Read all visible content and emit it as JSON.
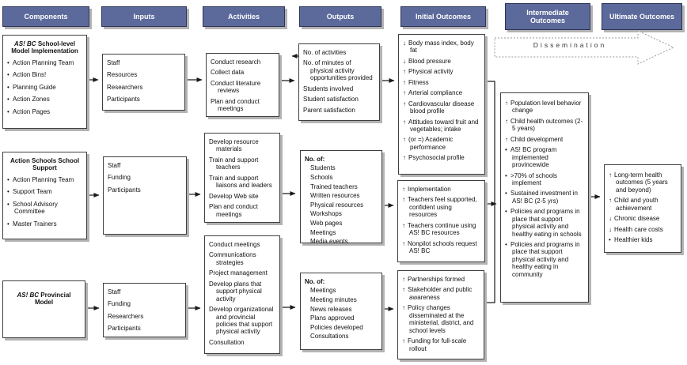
{
  "headers": [
    "Components",
    "Inputs",
    "Activities",
    "Outputs",
    "Initial Outcomes",
    "Intermediate Outcomes",
    "Ultimate Outcomes"
  ],
  "dissemination": {
    "label": "Dissemination"
  },
  "colors": {
    "header_bg": "#5b699b",
    "header_border": "#2e3354",
    "box_border": "#3f3f3f",
    "shadow": "#b3b3b3",
    "arrow": "#1a1a1a"
  },
  "boxes": {
    "c1": {
      "title_em": "AS! BC",
      "title_rest": " School-level Model Implementation",
      "items": [
        {
          "b": "•",
          "t": "Action Planning Team"
        },
        {
          "b": "•",
          "t": "Action Bins!"
        },
        {
          "b": "•",
          "t": "Planning Guide"
        },
        {
          "b": "•",
          "t": "Action Zones"
        },
        {
          "b": "•",
          "t": "Action Pages"
        }
      ]
    },
    "c2": {
      "title": "Action Schools School Support",
      "items": [
        {
          "b": "•",
          "t": "Action Planning Team"
        },
        {
          "b": "•",
          "t": "Support Team"
        },
        {
          "b": "•",
          "t": "School Advisory Committee"
        },
        {
          "b": "•",
          "t": "Master Trainers"
        }
      ]
    },
    "c3": {
      "title_em": "AS! BC",
      "title_rest": " Provincial Model"
    },
    "i1": {
      "items": [
        {
          "t": "Staff"
        },
        {
          "t": "Resources"
        },
        {
          "t": "Researchers"
        },
        {
          "t": "Participants"
        }
      ]
    },
    "i2": {
      "items": [
        {
          "t": "Staff"
        },
        {
          "t": "Funding"
        },
        {
          "t": "Participants"
        }
      ]
    },
    "i3": {
      "items": [
        {
          "t": "Staff"
        },
        {
          "t": "Funding"
        },
        {
          "t": "Researchers"
        },
        {
          "t": "Participants"
        }
      ]
    },
    "a1": {
      "items": [
        {
          "t": "Conduct research"
        },
        {
          "t": "Collect data"
        },
        {
          "t": "Conduct literature reviews"
        },
        {
          "t": "Plan and conduct meetings"
        }
      ]
    },
    "a2": {
      "items": [
        {
          "t": "Develop resource materials"
        },
        {
          "t": "Train and support teachers"
        },
        {
          "t": "Train and support liaisons and leaders"
        },
        {
          "t": "Develop Web site"
        },
        {
          "t": "Plan and conduct meetings"
        }
      ]
    },
    "a3": {
      "items": [
        {
          "t": "Conduct meetings"
        },
        {
          "t": "Communications strategies"
        },
        {
          "t": "Project management"
        },
        {
          "t": "Develop plans that support physical activity"
        },
        {
          "t": "Develop organizational and provincial policies that support physical activity"
        },
        {
          "t": "Consultation"
        }
      ]
    },
    "o1": {
      "items": [
        {
          "t": "No. of activities"
        },
        {
          "t": "No. of minutes of physical activity opportunities provided"
        },
        {
          "t": "Students involved"
        },
        {
          "t": "Student satisfaction"
        },
        {
          "t": "Parent satisfaction"
        }
      ]
    },
    "o2": {
      "title": "No. of:",
      "items": [
        {
          "t": "Students"
        },
        {
          "t": "Schools"
        },
        {
          "t": "Trained teachers"
        },
        {
          "t": "Written resources"
        },
        {
          "t": "Physical resources"
        },
        {
          "t": "Workshops"
        },
        {
          "t": "Web pages"
        },
        {
          "t": "Meetings"
        },
        {
          "t": "Media events"
        }
      ]
    },
    "o3": {
      "title": "No. of:",
      "items": [
        {
          "t": "Meetings"
        },
        {
          "t": "Meeting minutes"
        },
        {
          "t": "News releases"
        },
        {
          "t": "Plans approved"
        },
        {
          "t": "Policies developed"
        },
        {
          "t": "Consultations"
        }
      ]
    },
    "io1": {
      "items": [
        {
          "b": "↓",
          "t": "Body mass index, body fat"
        },
        {
          "b": "↓",
          "t": "Blood pressure"
        },
        {
          "b": "↑",
          "t": "Physical activity"
        },
        {
          "b": "↑",
          "t": "Fitness"
        },
        {
          "b": "↑",
          "t": "Arterial compliance"
        },
        {
          "b": "↑",
          "t": "Cardiovascular disease blood profile"
        },
        {
          "b": "↑",
          "t": "Attitudes toward fruit and vegetables; intake"
        },
        {
          "b": "↑",
          "t": "(or =) Academic performance"
        },
        {
          "b": "↑",
          "t": "Psychosocial profile"
        }
      ]
    },
    "io2": {
      "items": [
        {
          "b": "↑",
          "t": "Implementation"
        },
        {
          "b": "↑",
          "t": "Teachers feel supported, confident using resources"
        },
        {
          "b": "↑",
          "t": "Teachers continue using AS! BC resources"
        },
        {
          "b": "↑",
          "t": "Nonpilot schools request AS! BC"
        }
      ]
    },
    "io3": {
      "items": [
        {
          "b": "↑",
          "t": "Partnerships formed"
        },
        {
          "b": "↑",
          "t": "Stakeholder and public awareness"
        },
        {
          "b": "↑",
          "t": "Policy changes disseminated at the ministerial, district, and school levels"
        },
        {
          "b": "↑",
          "t": "Funding for full-scale rollout"
        }
      ]
    },
    "int": {
      "items": [
        {
          "b": "↑",
          "t": "Population level behavior change"
        },
        {
          "b": "↑",
          "t": "Child health outcomes (2-5 years)"
        },
        {
          "b": "↑",
          "t": "Child development"
        },
        {
          "b": "•",
          "t": "AS! BC program implemented provincewide"
        },
        {
          "b": "•",
          "t": ">70% of schools implement"
        },
        {
          "b": "•",
          "t": "Sustained investment in AS! BC (2-5 yrs)"
        },
        {
          "b": "•",
          "t": "Policies and programs in place that support physical activity and healthy eating in schools"
        },
        {
          "b": "•",
          "t": "Policies and programs in place that support physical activity and healthy eating in community"
        }
      ]
    },
    "ult": {
      "items": [
        {
          "b": "↑",
          "t": "Long-term health outcomes (5 years and beyond)"
        },
        {
          "b": "↑",
          "t": "Child and youth achievement"
        },
        {
          "b": "↓",
          "t": "Chronic disease"
        },
        {
          "b": "↓",
          "t": "Health care costs"
        },
        {
          "b": "•",
          "t": "Healthier kids"
        }
      ]
    }
  }
}
